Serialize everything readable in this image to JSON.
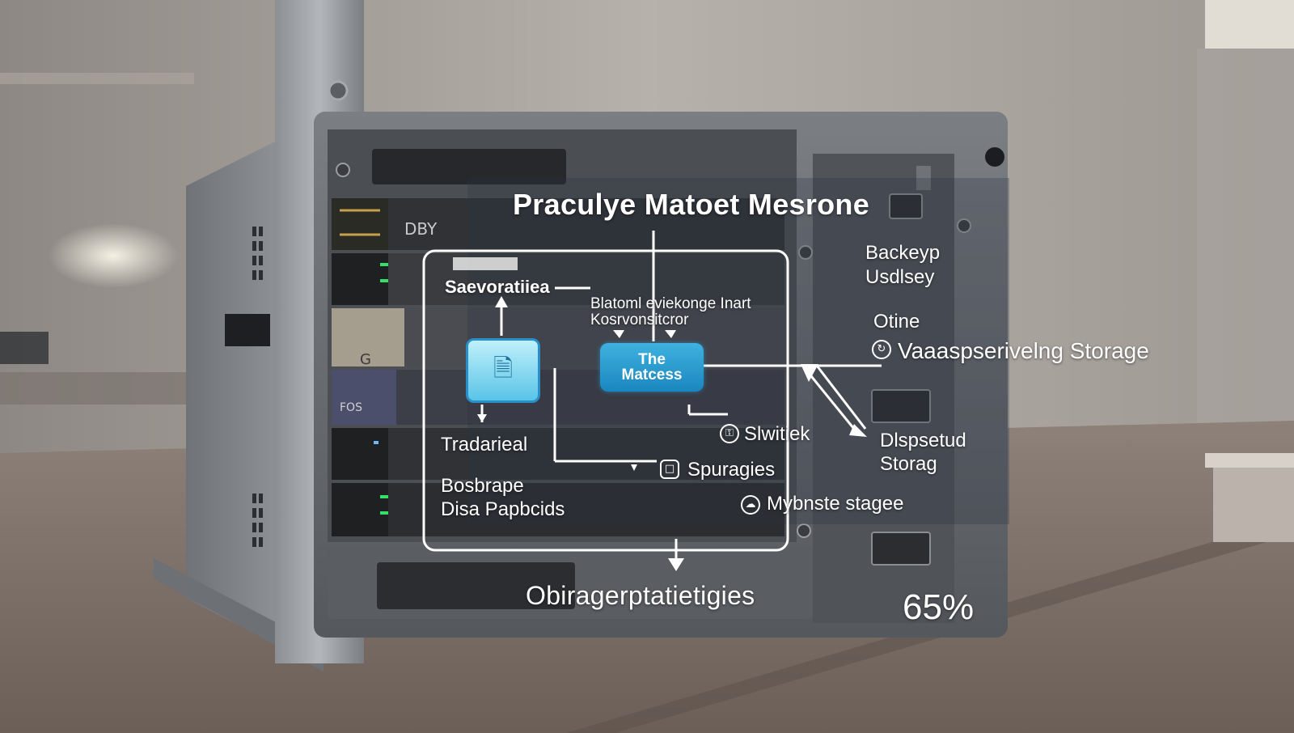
{
  "diagram": {
    "title": "Praculye Matoet Mesrone",
    "process_box": {
      "line1": "The",
      "line2": "Matcess"
    },
    "left_panel": {
      "top_label": "Saevoratiiea",
      "mid_label": "Tradarieal",
      "bottom_line1": "Bosbrape",
      "bottom_line2": "Disa Papbcids"
    },
    "center_labels": {
      "line1": "Blatoml eviekonge Inart",
      "line2": "Kosrvonsitcror",
      "switch": "Slwitiek",
      "spurages": "Spuragies"
    },
    "right_labels": {
      "backup_line1": "Backeyp",
      "backup_line2": "Usdlsey",
      "online": "Otine",
      "storage": "Vaaaspserivelng  Storage",
      "dispersed_line1": "Dlspsetud",
      "dispersed_line2": "Storag",
      "mybnste": "Mybnste stagee"
    },
    "bottom_label": "Obiragerptatietigies",
    "percent": "65%"
  },
  "device": {
    "drive_labels": [
      "DBY",
      "",
      "G",
      "FOS",
      "",
      ""
    ]
  },
  "colors": {
    "accent": "#2aa3d8",
    "led_green": "#35e06a",
    "overlay_text": "#ffffff"
  }
}
